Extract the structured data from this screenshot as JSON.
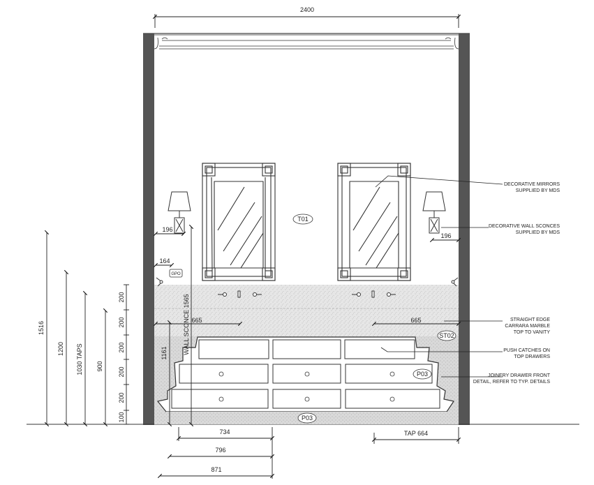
{
  "drawing": {
    "overall_width": "2400",
    "tags": {
      "t01": "T01",
      "gpo": "GPO",
      "st02": "ST02",
      "p03_drawer": "P03",
      "p03_base": "P03"
    },
    "left_dims": {
      "h1516": "1516",
      "h1200": "1200",
      "h1030": "1030 TAPS",
      "h900": "900",
      "h1161": "1161",
      "sconce": "WALL SCONCE 1565"
    },
    "stack_dims": [
      "200",
      "200",
      "200",
      "200",
      "200",
      "100"
    ],
    "horiz_dims": {
      "d196_left": "196",
      "d164": "164",
      "d665_left": "665",
      "d665_right": "665",
      "d196_right": "196",
      "d734": "734",
      "d796": "796",
      "d871": "871",
      "tap664": "TAP 664"
    },
    "notes": {
      "mirrors": [
        "DECORATIVE MIRRORS",
        "SUPPLIED BY MDS"
      ],
      "sconces": [
        "DECORATIVE WALL SCONCES",
        "SUPPLIED BY MDS"
      ],
      "marble": [
        "STRAIGHT EDGE",
        "CARRARA MARBLE",
        "TOP TO VANITY"
      ],
      "push": [
        "PUSH CATCHES ON",
        "TOP DRAWERS"
      ],
      "joinery": [
        "JOINERY DRAWER FRONT",
        "DETAIL, REFER TO TYP. DETAILS"
      ]
    }
  }
}
